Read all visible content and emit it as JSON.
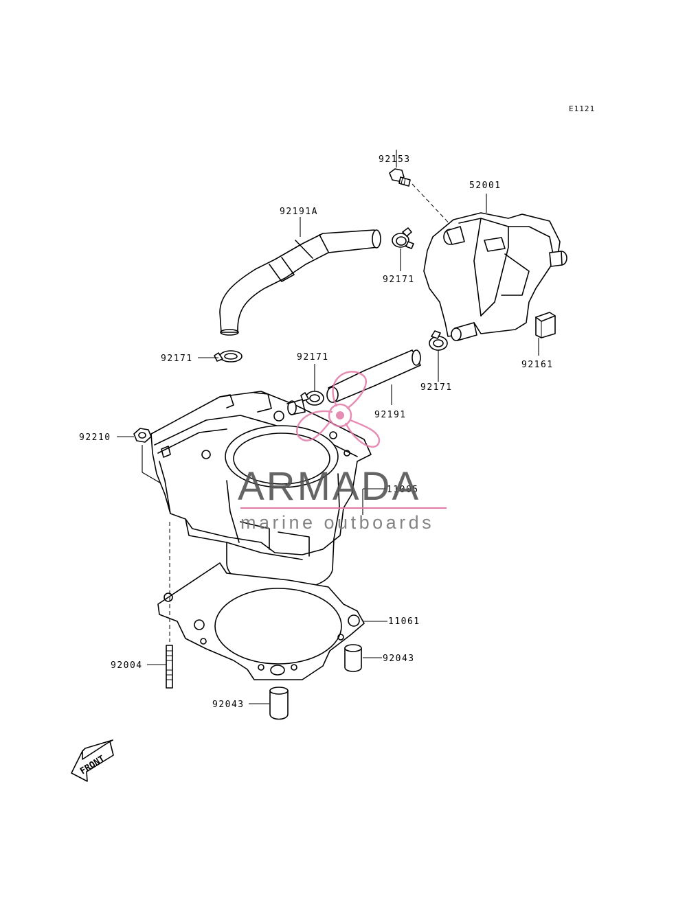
{
  "page_code": "E1121",
  "parts": {
    "p92153": "92153",
    "p52001": "52001",
    "p92191A": "92191A",
    "p92171_top": "92171",
    "p92171_left": "92171",
    "p92171_mid": "92171",
    "p92171_right": "92171",
    "p92161": "92161",
    "p92191": "92191",
    "p92210": "92210",
    "p11005": "11005",
    "p11061": "11061",
    "p92004": "92004",
    "p92043_right": "92043",
    "p92043_bottom": "92043"
  },
  "front_arrow": "FRONT",
  "watermark": {
    "brand": "ARMADA",
    "tagline": "marine outboards",
    "logo_color": "#e27aa8"
  }
}
